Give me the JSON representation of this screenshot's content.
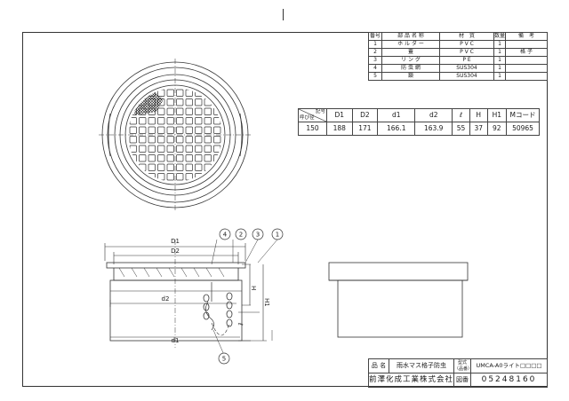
{
  "parts_table": {
    "headers": [
      "番号",
      "部 品 名 称",
      "材　質",
      "数量",
      "備　考"
    ],
    "rows": [
      {
        "no": "1",
        "name": "ホ ル ダ ー",
        "material": "P V C",
        "qty": "1",
        "note": ""
      },
      {
        "no": "2",
        "name": "蓋",
        "material": "P V C",
        "qty": "1",
        "note": "格 子"
      },
      {
        "no": "3",
        "name": "リ ン グ",
        "material": "P E",
        "qty": "1",
        "note": ""
      },
      {
        "no": "4",
        "name": "防 虫 網",
        "material": "SUS304",
        "qty": "1",
        "note": ""
      },
      {
        "no": "5",
        "name": "鎖",
        "material": "SUS304",
        "qty": "1",
        "note": ""
      }
    ]
  },
  "dims_table": {
    "corner_top": "記号",
    "corner_bottom": "呼び径",
    "headers": [
      "D1",
      "D2",
      "d1",
      "d2",
      "ℓ",
      "H",
      "H1",
      "Mコード"
    ],
    "row": [
      "150",
      "188",
      "171",
      "166.1",
      "163.9",
      "55",
      "37",
      "92",
      "50965"
    ]
  },
  "drawing_labels": {
    "D1": "D1",
    "D2": "D2",
    "d1": "d1",
    "d2": "d2",
    "H": "H",
    "H1": "H1",
    "l": "ℓ",
    "balloons": [
      "1",
      "2",
      "3",
      "4",
      "5"
    ]
  },
  "title_block": {
    "name_label": "品 名",
    "name_value": "雨水マス格子防虫",
    "model_label": "型式（品番）",
    "model_value": "UMCA-A0ライト□□□□",
    "company": "前澤化成工業株式会社",
    "drawing_no_label": "図番",
    "drawing_no": "05248160"
  }
}
